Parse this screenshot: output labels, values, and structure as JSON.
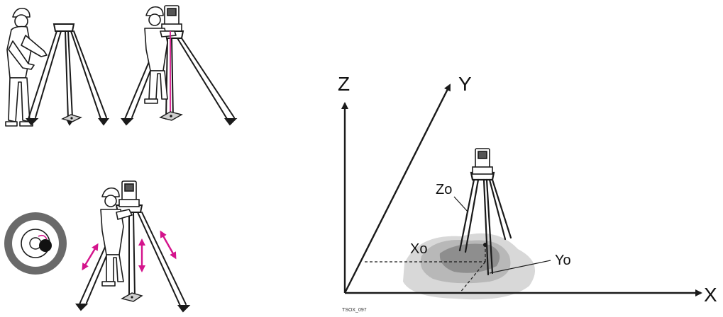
{
  "axes": {
    "z": "Z",
    "y": "Y",
    "x": "X"
  },
  "origin_labels": {
    "z0": "Zo",
    "x0": "Xo",
    "y0": "Yo"
  },
  "figure_code": "TSOX_097",
  "colors": {
    "line": "#1a1a1a",
    "accent_magenta": "#d4148c",
    "ground_light": "#d8d8d8",
    "ground_mid": "#b8b8b8",
    "ground_dark": "#8e8e8e",
    "bubble_ring": "#6a6a6a"
  },
  "icons": [
    "surveyor-person",
    "tripod",
    "total-station",
    "ground-marker",
    "circular-level-bubble",
    "adjust-arrows"
  ]
}
